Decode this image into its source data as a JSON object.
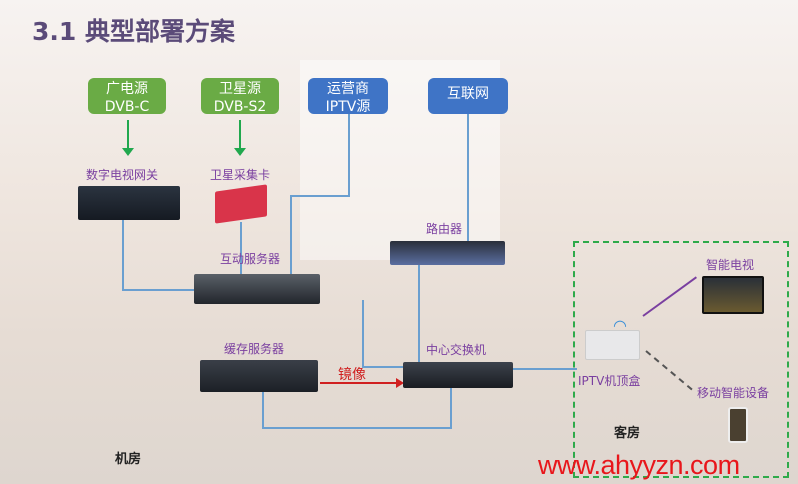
{
  "title": "3.1 典型部署方案",
  "sources": {
    "cable": {
      "line1": "广电源",
      "line2": "DVB-C"
    },
    "satellite": {
      "line1": "卫星源",
      "line2": "DVB-S2"
    },
    "iptv": {
      "line1": "运营商",
      "line2": "IPTV源"
    },
    "internet": "互联网"
  },
  "devices": {
    "gateway": "数字电视网关",
    "card": "卫星采集卡",
    "server": "互动服务器",
    "router": "路由器",
    "cache": "缓存服务器",
    "switch": "中心交换机",
    "stb": "IPTV机顶盒",
    "tv": "智能电视",
    "mobile": "移动智能设备"
  },
  "mirror_label": "镜像",
  "zones": {
    "machine_room": "机房",
    "guest_room": "客房"
  },
  "watermark": "www.ahyyzn.com",
  "colors": {
    "green": "#6aab45",
    "blue": "#3f74c6",
    "purple": "#7a3fa0",
    "link": "#6a9fd0",
    "dashed": "#2eaa4a"
  }
}
